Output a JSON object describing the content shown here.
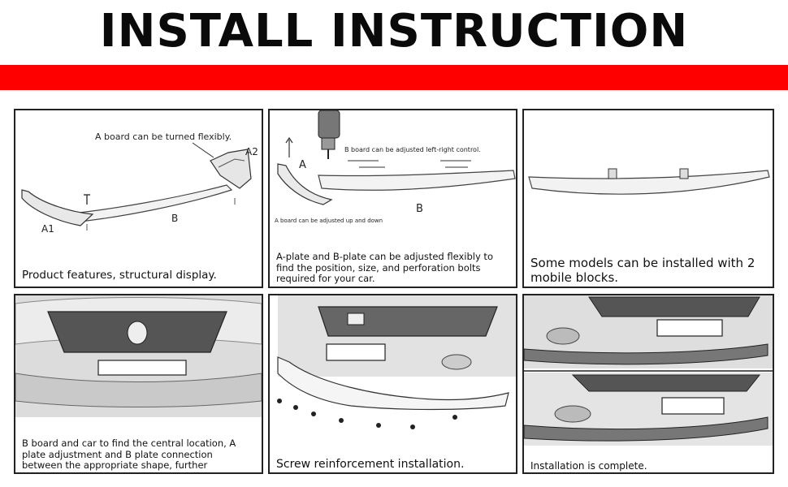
{
  "header": {
    "title": "INSTALL INSTRUCTION",
    "bar_color": "#ff0000"
  },
  "panels": [
    {
      "caption": "Product features, structural display.",
      "labels": {
        "note": "A board can be turned flexibly.",
        "a1": "A1",
        "a2": "A2",
        "b": "B"
      }
    },
    {
      "caption": "A-plate and B-plate can be adjusted flexibly to find the position, size, and perforation bolts required for your car.",
      "labels": {
        "note_top": "B board can be adjusted left-right control.",
        "note_bottom": "A board can be adjusted up and down",
        "a": "A",
        "b": "B"
      },
      "icon": "drill-icon"
    },
    {
      "caption": "Some models can be installed with 2 mobile blocks."
    },
    {
      "caption": "B board and car to find the central location, A plate adjustment and B plate connection between the appropriate shape, further installation."
    },
    {
      "caption": "Screw reinforcement installation."
    },
    {
      "caption": "Installation is complete."
    }
  ]
}
